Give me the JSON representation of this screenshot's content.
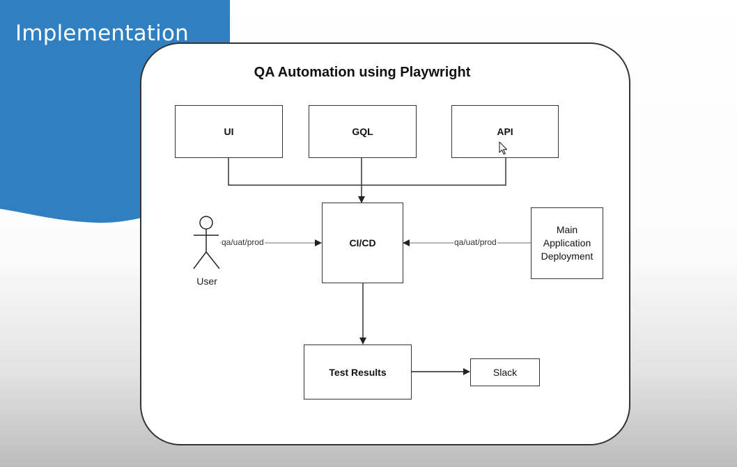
{
  "slide": {
    "title": "Implementation"
  },
  "diagram": {
    "title": "QA Automation using Playwright",
    "nodes": {
      "ui": "UI",
      "gql": "GQL",
      "api": "API",
      "cicd": "CI/CD",
      "main_app": [
        "Main",
        "Application",
        "Deployment"
      ],
      "test_results": "Test Results",
      "slack": "Slack"
    },
    "actor": {
      "label": "User"
    },
    "edge_labels": {
      "user_to_cicd": "qa/uat/prod",
      "main_to_cicd": "qa/uat/prod"
    }
  },
  "colors": {
    "accent_blue": "#2f7fc1",
    "line": "#333333",
    "arrow_gray": "#8a8a8a"
  },
  "icons": {
    "cursor": "mouse-pointer-icon",
    "actor": "stick-figure-icon"
  }
}
